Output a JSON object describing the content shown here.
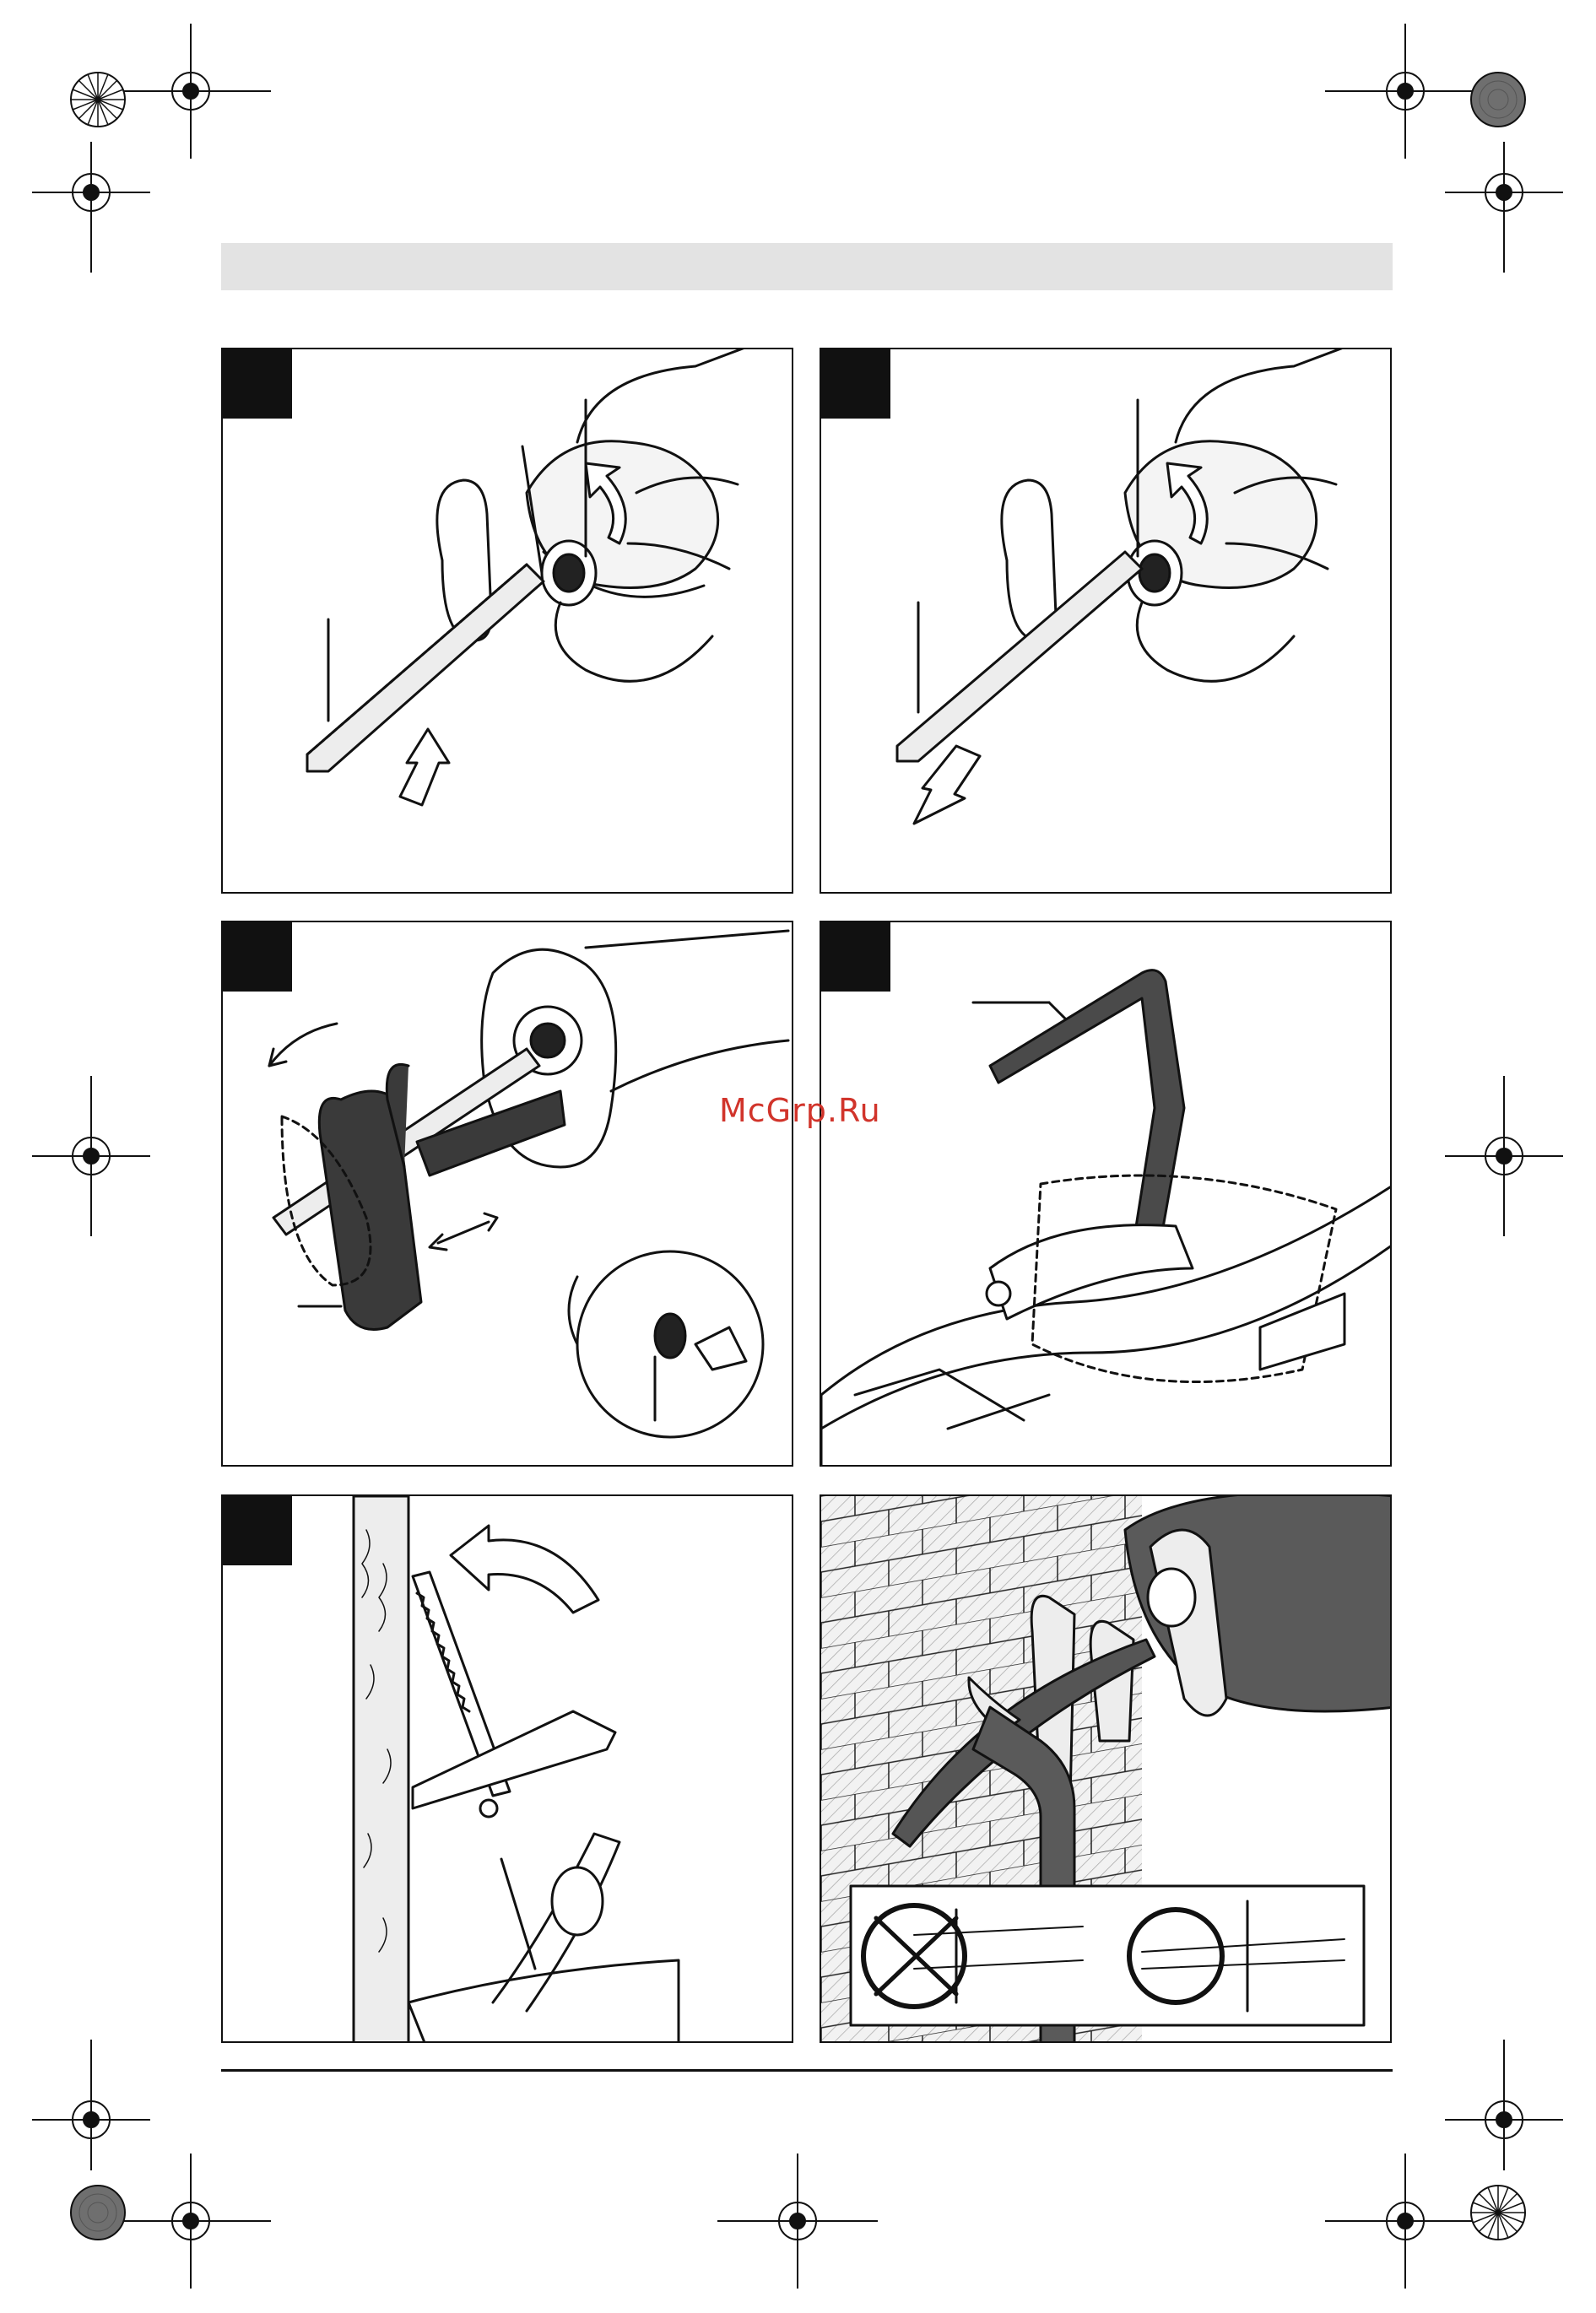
{
  "watermark": {
    "text": "McGrp.Ru",
    "color": "#d1342b"
  },
  "header": {
    "bar_color": "#e3e3e3"
  },
  "panels": [
    {
      "id": "fig1",
      "icon": "insert-blade-illustration"
    },
    {
      "id": "fig2",
      "icon": "remove-blade-illustration"
    },
    {
      "id": "fig3",
      "icon": "adjust-shoe-illustration"
    },
    {
      "id": "fig4",
      "icon": "hex-key-storage-illustration"
    },
    {
      "id": "fig5",
      "icon": "plunge-cut-illustration"
    },
    {
      "id": "fig6",
      "icon": "flush-cut-illustration"
    }
  ],
  "registration_marks": {
    "icon": "crosshair-icon"
  },
  "color_targets": {
    "icon": "starburst-target-icon"
  }
}
